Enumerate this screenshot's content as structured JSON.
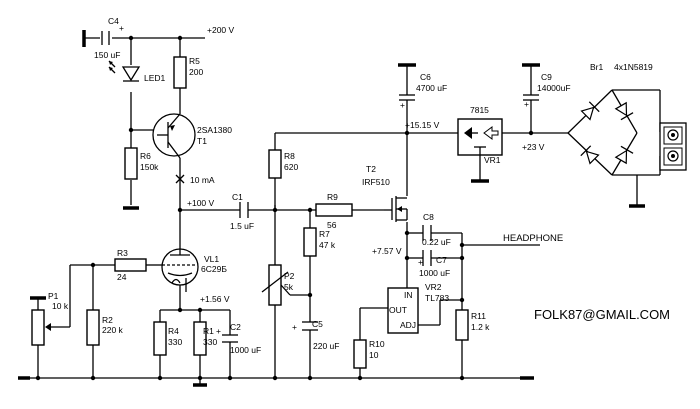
{
  "labels": {
    "c4_name": "C4",
    "c4_value": "150 uF",
    "supply_200": "+200 V",
    "led_name": "LED1",
    "r5_name": "R5",
    "r5_value": "200",
    "t1_part": "2SA1380",
    "t1_name": "T1",
    "r6_name": "R6",
    "r6_value": "150k",
    "current": "10 mA",
    "supply_100": "+100 V",
    "c1_name": "C1",
    "c1_value": "1.5 uF",
    "r8_name": "R8",
    "r8_value": "620",
    "r9_name": "R9",
    "r9_value": "56",
    "t2_name": "T2",
    "t2_part": "IRF510",
    "r7_name": "R7",
    "r7_value": "47 k",
    "p2_name": "P2",
    "p2_value": "5k",
    "c5_name": "C5",
    "c5_value": "220 uF",
    "c6_name": "C6",
    "c6_value": "4700 uF",
    "supply_1515": "+15.15 V",
    "reg_part": "7815",
    "vr1_name": "VR1",
    "c9_name": "C9",
    "c9_value": "14000uF",
    "supply_23": "+23 V",
    "br_name": "Br1",
    "br_part": "4x1N5819",
    "c8_name": "C8",
    "c8_value": "0.22 uF",
    "headphone": "HEADPHONE",
    "supply_757": "+7.57 V",
    "c7_name": "C7",
    "c7_value": "1000 uF",
    "vr2_name": "VR2",
    "vr2_part": "TL783",
    "pin_in": "IN",
    "pin_out": "OUT",
    "pin_adj": "ADJ",
    "r10_name": "R10",
    "r10_value": "10",
    "r11_name": "R11",
    "r11_value": "1.2 k",
    "r3_name": "R3",
    "r3_value": "24",
    "vl1_name": "VL1",
    "vl1_part": "6C29Б",
    "p1_name": "P1",
    "p1_value": "10 k",
    "r2_name": "R2",
    "r2_value": "220 k",
    "supply_156": "+1.56 V",
    "r4_name": "R4",
    "r4_value": "330",
    "r1_name": "R1",
    "r1_value": "330",
    "c2_name": "C2",
    "c2_value": "1000 uF",
    "email": "FOLK87@GMAIL.COM",
    "plus": "+"
  }
}
